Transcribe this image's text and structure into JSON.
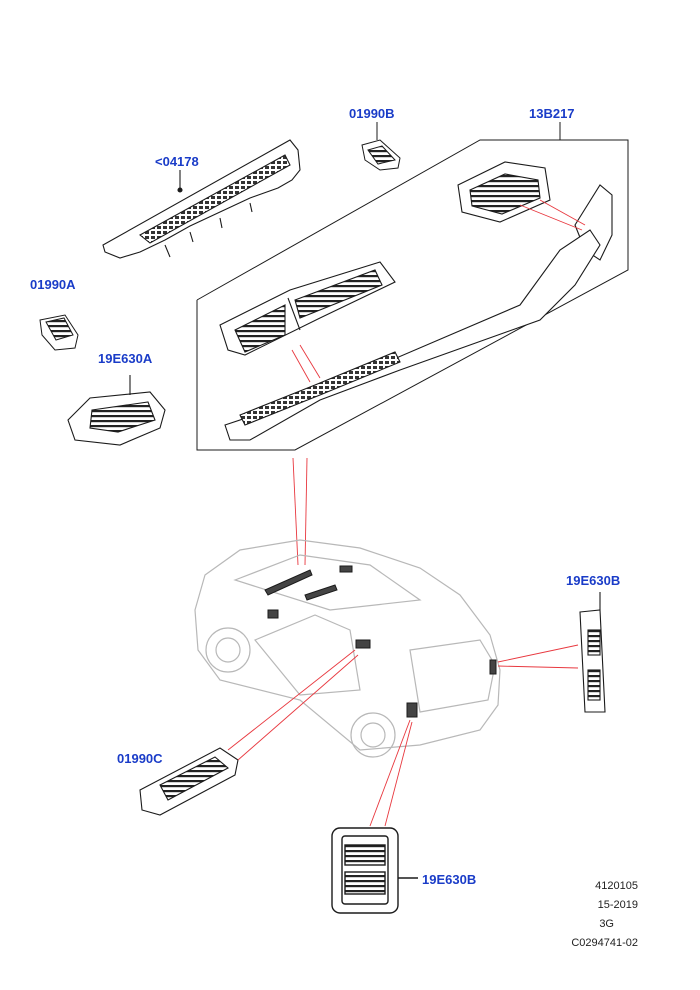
{
  "colors": {
    "callout": "#1a3cc8",
    "leader": "#e8383f",
    "line": "#1b1b1b",
    "ghost": "#b8b8b8"
  },
  "callouts": {
    "c04178": "<04178",
    "c01990B": "01990B",
    "c13B217": "13B217",
    "c01990A": "01990A",
    "c19E630A": "19E630A",
    "c19E630B_right": "19E630B",
    "c01990C": "01990C",
    "c19E630B_bottom": "19E630B"
  },
  "meta": {
    "line1": "4120105",
    "line2": "15-2019",
    "line3": "3G",
    "line4": "C0294741-02"
  }
}
